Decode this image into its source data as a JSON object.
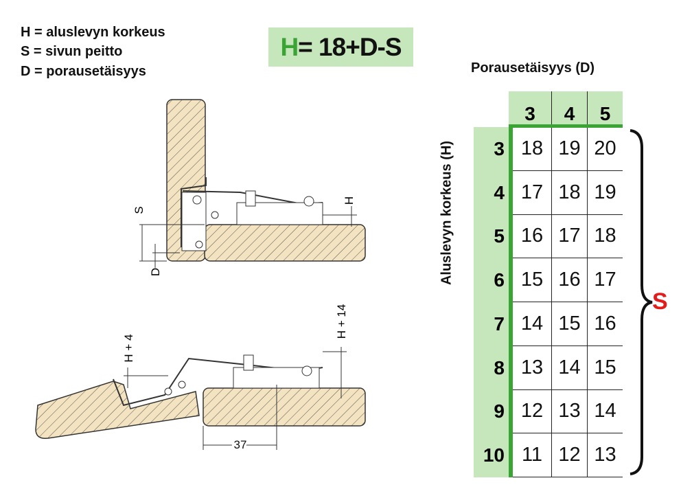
{
  "legend": [
    "H = aluslevyn korkeus",
    "S = sivun peitto",
    "D = porausetäisyys"
  ],
  "formula": {
    "h": "H",
    "rest": "= 18+D-S"
  },
  "table": {
    "title": "Porausetäisyys (D)",
    "row_label": "Aluslevyn korkeus (H)",
    "columns": [
      "3",
      "4",
      "5"
    ],
    "rows": [
      {
        "h": "3",
        "values": [
          "18",
          "19",
          "20"
        ]
      },
      {
        "h": "4",
        "values": [
          "17",
          "18",
          "19"
        ]
      },
      {
        "h": "5",
        "values": [
          "16",
          "17",
          "18"
        ]
      },
      {
        "h": "6",
        "values": [
          "15",
          "16",
          "17"
        ]
      },
      {
        "h": "7",
        "values": [
          "14",
          "15",
          "16"
        ]
      },
      {
        "h": "8",
        "values": [
          "13",
          "14",
          "15"
        ]
      },
      {
        "h": "9",
        "values": [
          "12",
          "13",
          "14"
        ]
      },
      {
        "h": "10",
        "values": [
          "11",
          "12",
          "13"
        ]
      }
    ],
    "brace_label": "S"
  },
  "diagram_labels": {
    "s": "S",
    "d": "D",
    "h": "H",
    "h4": "H + 4",
    "h14": "H + 14",
    "dist": "37"
  },
  "colors": {
    "green": "#3aa535",
    "light_green": "#c6e6bb",
    "wood": "#f3e3c0",
    "red": "#e21b1b"
  }
}
